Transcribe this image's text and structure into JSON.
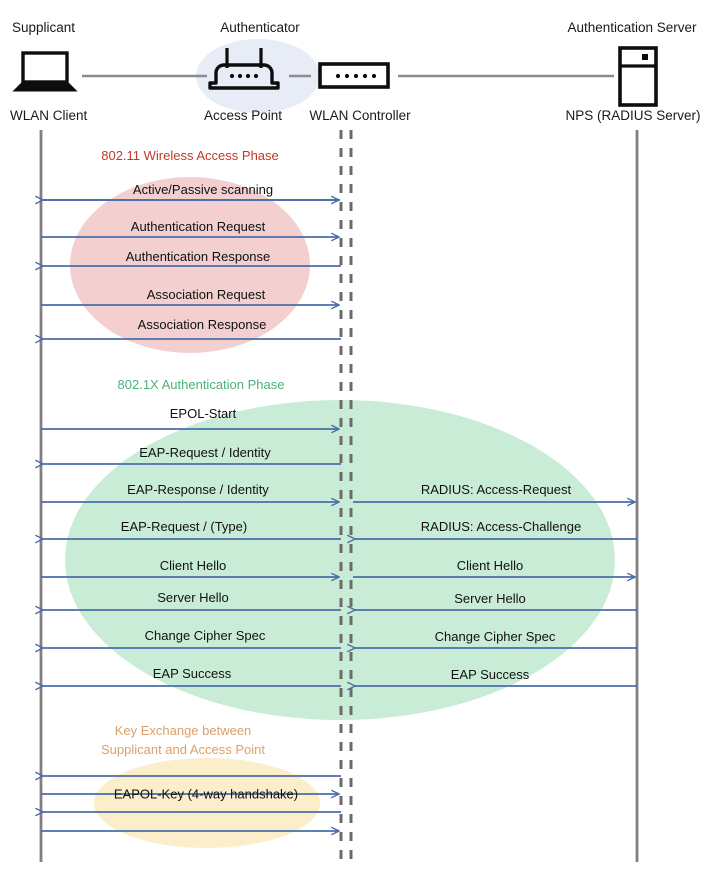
{
  "diagram": {
    "title": "802.1X WLAN Authentication Sequence Diagram",
    "colors": {
      "arrow": "#4a6ea9",
      "lifeline": "#808080",
      "lifeline_dashed": "#6b6b6b",
      "link": "#8c8c8c",
      "phase_80211": "#c0392b",
      "phase_8021x": "#4cb07a",
      "phase_key": "#dba06a",
      "ellipse_red": "#f5cfcf",
      "ellipse_green": "#c8ecd5",
      "ellipse_orange": "#fdeec9",
      "ellipse_blue": "#e6ecf7",
      "device": "#0d0d0d"
    }
  },
  "actors": [
    {
      "role": "Supplicant",
      "device": "WLAN Client",
      "icon": "laptop-icon"
    },
    {
      "role": "Authenticator",
      "device": "Access Point",
      "icon": "access-point-icon"
    },
    {
      "role": "",
      "device": "WLAN Controller",
      "icon": "wlan-controller-icon"
    },
    {
      "role": "Authentication Server",
      "device": "NPS (RADIUS Server)",
      "icon": "server-icon"
    }
  ],
  "phases": [
    {
      "id": "phase-80211",
      "label": "802.11 Wireless Access Phase",
      "color": "#c0392b",
      "messages": [
        {
          "label": "Active/Passive scanning",
          "dir": "left",
          "side": "left"
        },
        {
          "label": "Authentication Request",
          "dir": "right",
          "side": "left"
        },
        {
          "label": "Authentication Response",
          "dir": "left",
          "side": "left"
        },
        {
          "label": "Association Request",
          "dir": "right",
          "side": "left"
        },
        {
          "label": "Association Response",
          "dir": "left",
          "side": "left"
        }
      ]
    },
    {
      "id": "phase-8021x",
      "label": "802.1X Authentication Phase",
      "color": "#4cb07a",
      "messages": [
        {
          "label": "EPOL-Start",
          "dir": "right",
          "side": "left"
        },
        {
          "label": "EAP-Request / Identity",
          "dir": "left",
          "side": "left"
        },
        {
          "label": "EAP-Response / Identity",
          "dir": "right",
          "side": "left"
        },
        {
          "label": "RADIUS: Access-Request",
          "dir": "right",
          "side": "right"
        },
        {
          "label": "EAP-Request / (Type)",
          "dir": "left",
          "side": "left"
        },
        {
          "label": "RADIUS: Access-Challenge",
          "dir": "left",
          "side": "right"
        },
        {
          "label": "Client Hello",
          "dir": "right",
          "side": "left"
        },
        {
          "label": "Client Hello",
          "dir": "right",
          "side": "right"
        },
        {
          "label": "Server Hello",
          "dir": "left",
          "side": "left"
        },
        {
          "label": "Server Hello",
          "dir": "left",
          "side": "right"
        },
        {
          "label": "Change Cipher Spec",
          "dir": "left",
          "side": "left"
        },
        {
          "label": "Change Cipher Spec",
          "dir": "left",
          "side": "right"
        },
        {
          "label": "EAP Success",
          "dir": "left",
          "side": "left"
        },
        {
          "label": "EAP Success",
          "dir": "left",
          "side": "right"
        }
      ]
    },
    {
      "id": "phase-key-exchange",
      "label": "Key Exchange between\nSupplicant and Access Point",
      "label_line1": "Key Exchange between",
      "label_line2": "Supplicant and Access Point",
      "color": "#dba06a",
      "messages": [
        {
          "label": "",
          "dir": "left",
          "side": "left"
        },
        {
          "label": "",
          "dir": "right",
          "side": "left"
        },
        {
          "label": "EAPOL-Key (4-way handshake)",
          "dir": "left",
          "side": "left"
        },
        {
          "label": "",
          "dir": "right",
          "side": "left"
        }
      ]
    }
  ]
}
